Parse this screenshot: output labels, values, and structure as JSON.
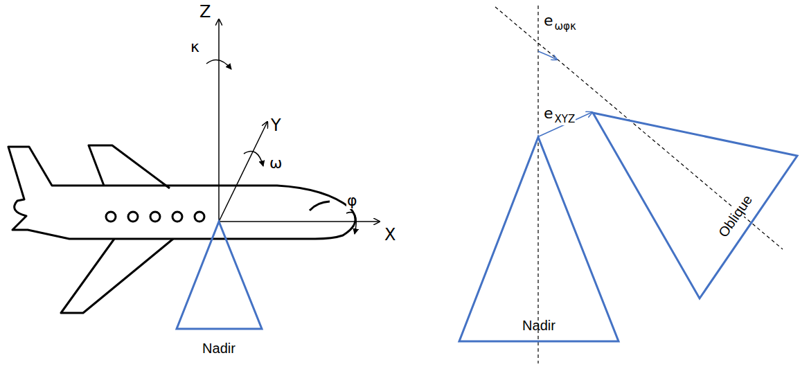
{
  "diagram": {
    "nodes": [
      {
        "text": [
          "Nadir"
        ]
      },
      {
        "text": [
          "Nadir"
        ]
      },
      {
        "text": [
          "Oblique"
        ]
      }
    ],
    "edges": [
      {
        "from": 1,
        "to": 2,
        "arrow": "to"
      }
    ],
    "labels": [
      "Z",
      "κ",
      "Y",
      "ω",
      "φ",
      "X",
      "e",
      "ωφκ",
      "e",
      "XYZ"
    ]
  }
}
